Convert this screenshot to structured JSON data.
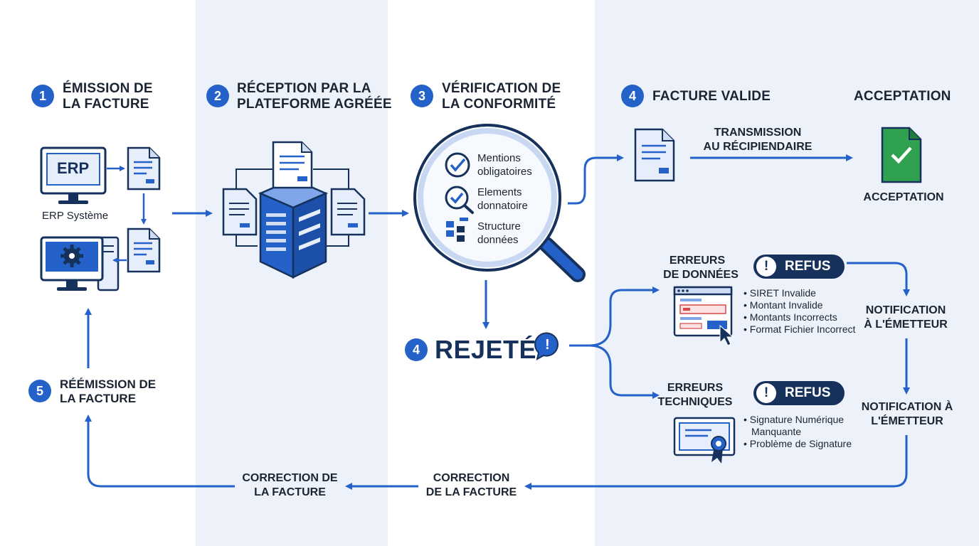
{
  "colors": {
    "accent": "#2462c9",
    "dark": "#16325c",
    "band": "#edf2fa",
    "success": "#2fa14f",
    "error": "#d84848"
  },
  "steps": {
    "emission": {
      "number": "1",
      "title_line1": "ÉMISSION DE",
      "title_line2": "LA FACTURE"
    },
    "reception": {
      "number": "2",
      "title_line1": "RÉCEPTION PAR LA",
      "title_line2": "PLATEFORME AGRÉÉE"
    },
    "verification": {
      "number": "3",
      "title_line1": "VÉRIFICATION DE",
      "title_line2": "LA CONFORMITÉ"
    },
    "valide": {
      "number": "4",
      "title": "FACTURE VALIDE"
    },
    "acceptation": {
      "title": "ACCEPTATION"
    },
    "rejete": {
      "number": "4",
      "label": "REJETÉ"
    },
    "reemission": {
      "number": "5",
      "title_line1": "RÉÉMISSION DE",
      "title_line2": "LA FACTURE"
    }
  },
  "erp": {
    "screen_label": "ERP",
    "caption": "ERP Système"
  },
  "checks": {
    "mentions_line1": "Mentions",
    "mentions_line2": "obligatoires",
    "elements_line1": "Elements",
    "elements_line2": "donnatoire",
    "structure_line1": "Structure",
    "structure_line2": "données"
  },
  "transmission": {
    "line1": "TRANSMISSION",
    "line2": "AU RÉCIPIENDAIRE"
  },
  "acceptation_caption": "ACCEPTATION",
  "donnees": {
    "title_line1": "ERREURS",
    "title_line2": "DE DONNÉES",
    "badge": "REFUS",
    "badge_icon": "!",
    "items": [
      "SIRET Invalide",
      "Montant Invalide",
      "Montants Incorrects",
      "Format Fichier Incorrect"
    ]
  },
  "techniques": {
    "title_line1": "ERREURS",
    "title_line2": "TECHNIQUES",
    "badge": "REFUS",
    "badge_icon": "!",
    "items": [
      "Signature Numérique",
      "Manquante",
      "Problème de Signature"
    ]
  },
  "notification_1": {
    "line1": "NOTIFICATION",
    "line2": "À L'ÉMETTEUR"
  },
  "notification_2": {
    "line1": "NOTIFICATION À",
    "line2": "L'ÉMETTEUR"
  },
  "correction_right": {
    "line1": "CORRECTION",
    "line2": "DE LA FACTURE"
  },
  "correction_left": {
    "line1": "CORRECTION DE",
    "line2": "LA FACTURE"
  },
  "rejete_icon": "!"
}
